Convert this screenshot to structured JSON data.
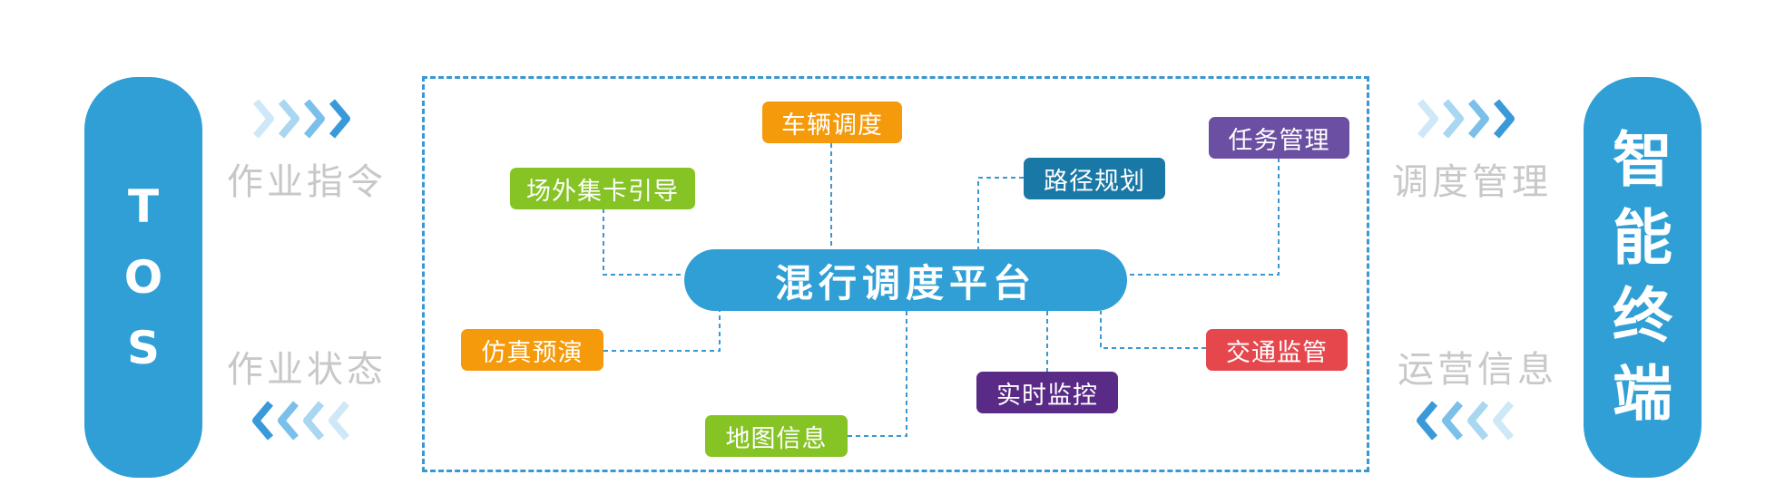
{
  "left_pill": {
    "label": [
      "T",
      "O",
      "S"
    ]
  },
  "right_pill": {
    "label": [
      "智",
      "能",
      "终",
      "端"
    ]
  },
  "left_labels": {
    "top": "作业指令",
    "bottom": "作业状态"
  },
  "right_labels": {
    "top": "调度管理",
    "bottom": "运营信息"
  },
  "center": {
    "label": "混行调度平台"
  },
  "modules": {
    "vehicle_dispatch": "车辆调度",
    "outside_truck_guide": "场外集卡引导",
    "path_planning": "路径规划",
    "task_management": "任务管理",
    "simulation": "仿真预演",
    "traffic_control": "交通监管",
    "realtime_monitor": "实时监控",
    "map_info": "地图信息"
  },
  "colors": {
    "blue": "#2f9fd6",
    "orange": "#f49a0b",
    "green": "#86c325",
    "teal": "#1a78a6",
    "purple_light": "#6b4fa2",
    "purple_dark": "#5a2a87",
    "red": "#e5474c",
    "gray_text": "#c8c8c8"
  }
}
